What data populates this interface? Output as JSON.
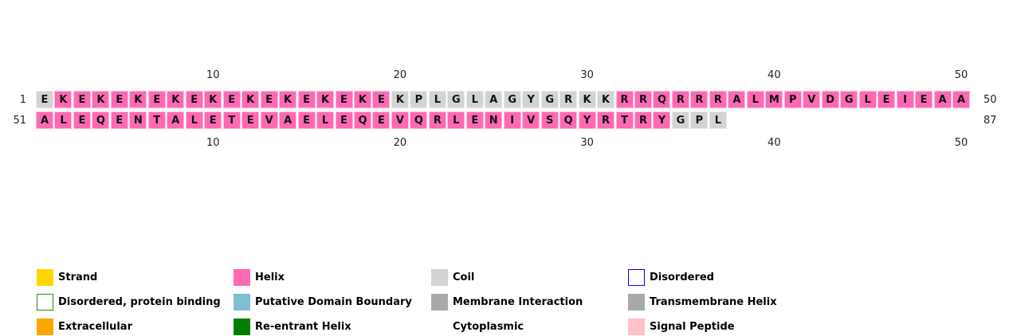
{
  "colors": {
    "Helix": "#ff69b4",
    "Coil": "#d3d3d3",
    "Strand": "#ffd700",
    "Extracellular": "#ffa500",
    "Putative Domain Boundary": "#7fbfd4",
    "Re-entrant Helix": "#008000",
    "Membrane Interaction": "#a9a9a9",
    "Transmembrane Helix": "#a9a9a9",
    "Signal Peptide": "#ffc0cb",
    "Cytoplasmic": "transparent",
    "Disordered": "#0000ff",
    "Disordered, protein binding": "#228b22"
  },
  "ticks_top": [
    {
      "label": "10",
      "col": 10
    },
    {
      "label": "20",
      "col": 20
    },
    {
      "label": "30",
      "col": 30
    },
    {
      "label": "40",
      "col": 40
    },
    {
      "label": "50",
      "col": 50
    }
  ],
  "ticks_bottom": [
    {
      "label": "10",
      "col": 10
    },
    {
      "label": "20",
      "col": 20
    },
    {
      "label": "30",
      "col": 30
    },
    {
      "label": "40",
      "col": 40
    },
    {
      "label": "50",
      "col": 50
    }
  ],
  "rows": [
    {
      "start": "1",
      "end": "50",
      "residues": "EKEKEKEKEKEKEKEKEKEKPLGLAGYGRKKRRQRRRALMPVDGLEIEAA",
      "segments": [
        {
          "from": 1,
          "to": 1,
          "type": "Coil"
        },
        {
          "from": 2,
          "to": 19,
          "type": "Helix"
        },
        {
          "from": 20,
          "to": 31,
          "type": "Coil"
        },
        {
          "from": 32,
          "to": 50,
          "type": "Helix"
        }
      ]
    },
    {
      "start": "51",
      "end": "87",
      "residues": "ALEQENTALETEVAELEQEVQRLENIVSQYRTRYGPL",
      "segments": [
        {
          "from": 1,
          "to": 34,
          "type": "Helix"
        },
        {
          "from": 35,
          "to": 37,
          "type": "Coil"
        }
      ]
    }
  ],
  "legend": [
    {
      "label": "Strand",
      "type": "Strand",
      "style": "fill",
      "color": "#ffd700"
    },
    {
      "label": "Helix",
      "type": "Helix",
      "style": "fill",
      "color": "#ff69b4"
    },
    {
      "label": "Coil",
      "type": "Coil",
      "style": "fill",
      "color": "#d3d3d3"
    },
    {
      "label": "Disordered",
      "type": "Disordered",
      "style": "outline",
      "color": "#0000ff"
    },
    {
      "label": "Disordered, protein binding",
      "type": "Disordered, protein binding",
      "style": "outline",
      "color": "#228b22"
    },
    {
      "label": "Putative Domain Boundary",
      "type": "Putative Domain Boundary",
      "style": "fill",
      "color": "#7fbfd4"
    },
    {
      "label": "Membrane Interaction",
      "type": "Membrane Interaction",
      "style": "fill",
      "color": "#a9a9a9"
    },
    {
      "label": "Transmembrane Helix",
      "type": "Transmembrane Helix",
      "style": "fill",
      "color": "#a9a9a9"
    },
    {
      "label": "Extracellular",
      "type": "Extracellular",
      "style": "fill",
      "color": "#ffa500"
    },
    {
      "label": "Re-entrant Helix",
      "type": "Re-entrant Helix",
      "style": "fill",
      "color": "#008000"
    },
    {
      "label": "Cytoplasmic",
      "type": "Cytoplasmic",
      "style": "none",
      "color": "transparent"
    },
    {
      "label": "Signal Peptide",
      "type": "Signal Peptide",
      "style": "fill",
      "color": "#ffc0cb"
    }
  ]
}
